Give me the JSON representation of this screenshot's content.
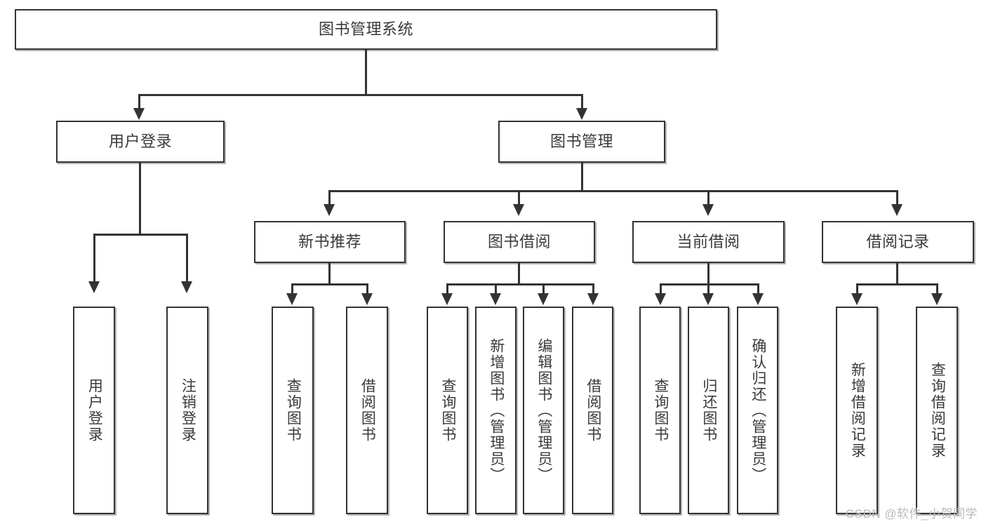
{
  "diagram": {
    "title": "图书管理系统",
    "type": "tree-hierarchy-diagram",
    "root": {
      "label": "图书管理系统"
    },
    "level2": [
      {
        "label": "用户登录"
      },
      {
        "label": "图书管理"
      }
    ],
    "level3": [
      {
        "label": "新书推荐"
      },
      {
        "label": "图书借阅"
      },
      {
        "label": "当前借阅"
      },
      {
        "label": "借阅记录"
      }
    ],
    "leaves": {
      "user_login": [
        {
          "label": "用户登录"
        },
        {
          "label": "注销登录"
        }
      ],
      "new_book_recommend": [
        {
          "label": "查询图书"
        },
        {
          "label": "借阅图书"
        }
      ],
      "book_borrow": [
        {
          "label": "查询图书"
        },
        {
          "label": "新增图书（管理员）"
        },
        {
          "label": "编辑图书（管理员）"
        },
        {
          "label": "借阅图书"
        }
      ],
      "current_borrow": [
        {
          "label": "查询图书"
        },
        {
          "label": "归还图书"
        },
        {
          "label": "确认归还（管理员）"
        }
      ],
      "borrow_record": [
        {
          "label": "新增借阅记录"
        },
        {
          "label": "查询借阅记录"
        }
      ]
    }
  },
  "watermark": {
    "text": "CSDN @软件_小贺同学"
  },
  "colors": {
    "stroke": "#333333",
    "text": "#3a3a3a",
    "background": "#ffffff",
    "watermark": "#b9b9b9"
  }
}
